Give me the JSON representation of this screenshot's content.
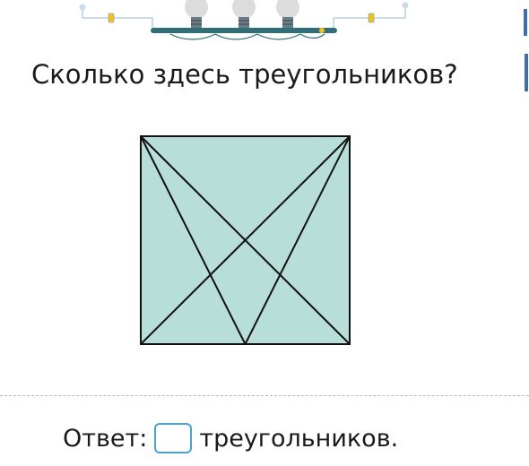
{
  "task": {
    "question": "Сколько здесь треугольников?",
    "answer_label": "Ответ:",
    "answer_value": "",
    "answer_suffix": "треугольников."
  },
  "figure": {
    "fill_color": "#b7ded8",
    "stroke_color": "#111111"
  },
  "decoration": {
    "cable_color": "#c9dbe6",
    "bar_color": "#2f6f7a",
    "bulb_color": "#d9d9d9",
    "led_color": "#f2c21b",
    "bulb_count": 3
  }
}
